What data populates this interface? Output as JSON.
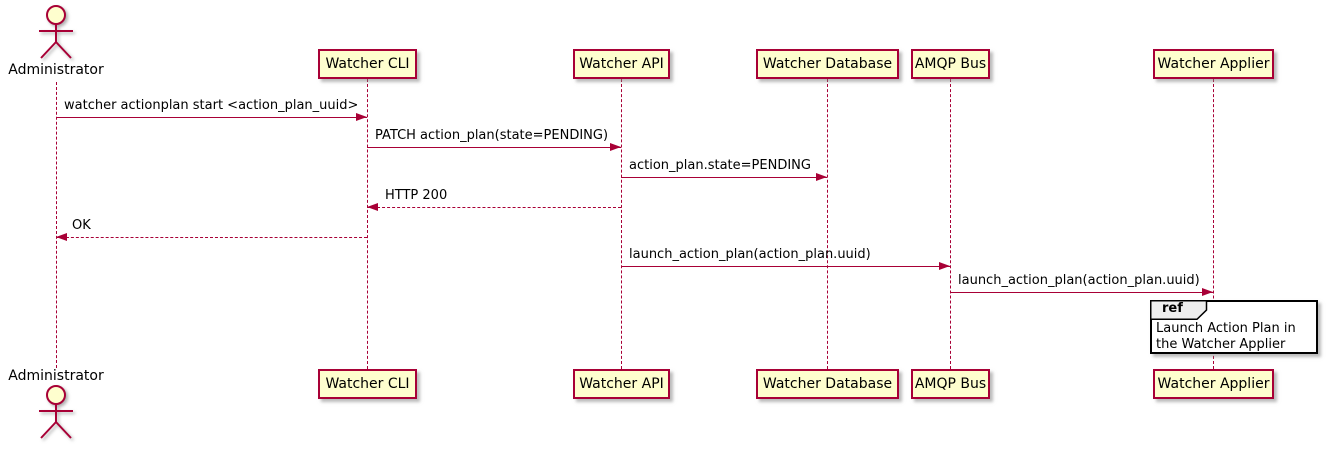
{
  "diagram": {
    "type": "sequence",
    "colors": {
      "participant_fill": "#FEFECE",
      "participant_border": "#A80036",
      "line_color": "#A80036",
      "text_color": "#000000",
      "ref_header_fill": "#EEEEEE",
      "ref_border": "#000000",
      "background": "#FFFFFF"
    },
    "actor": {
      "name": "Administrator"
    },
    "participants": [
      {
        "name": "Watcher CLI"
      },
      {
        "name": "Watcher API"
      },
      {
        "name": "Watcher Database"
      },
      {
        "name": "AMQP Bus"
      },
      {
        "name": "Watcher Applier"
      }
    ],
    "messages": [
      {
        "from": "Administrator",
        "to": "Watcher CLI",
        "label": "watcher actionplan start <action_plan_uuid>",
        "style": "solid"
      },
      {
        "from": "Watcher CLI",
        "to": "Watcher API",
        "label": "PATCH action_plan(state=PENDING)",
        "style": "solid"
      },
      {
        "from": "Watcher API",
        "to": "Watcher Database",
        "label": "action_plan.state=PENDING",
        "style": "solid"
      },
      {
        "from": "Watcher API",
        "to": "Watcher CLI",
        "label": "HTTP 200",
        "style": "dashed"
      },
      {
        "from": "Watcher CLI",
        "to": "Administrator",
        "label": "OK",
        "style": "dashed"
      },
      {
        "from": "Watcher API",
        "to": "AMQP Bus",
        "label": "launch_action_plan(action_plan.uuid)",
        "style": "solid"
      },
      {
        "from": "AMQP Bus",
        "to": "Watcher Applier",
        "label": "launch_action_plan(action_plan.uuid)",
        "style": "solid"
      }
    ],
    "ref": {
      "keyword": "ref",
      "text": "Launch Action Plan in the Watcher Applier",
      "over": "Watcher Applier"
    }
  }
}
